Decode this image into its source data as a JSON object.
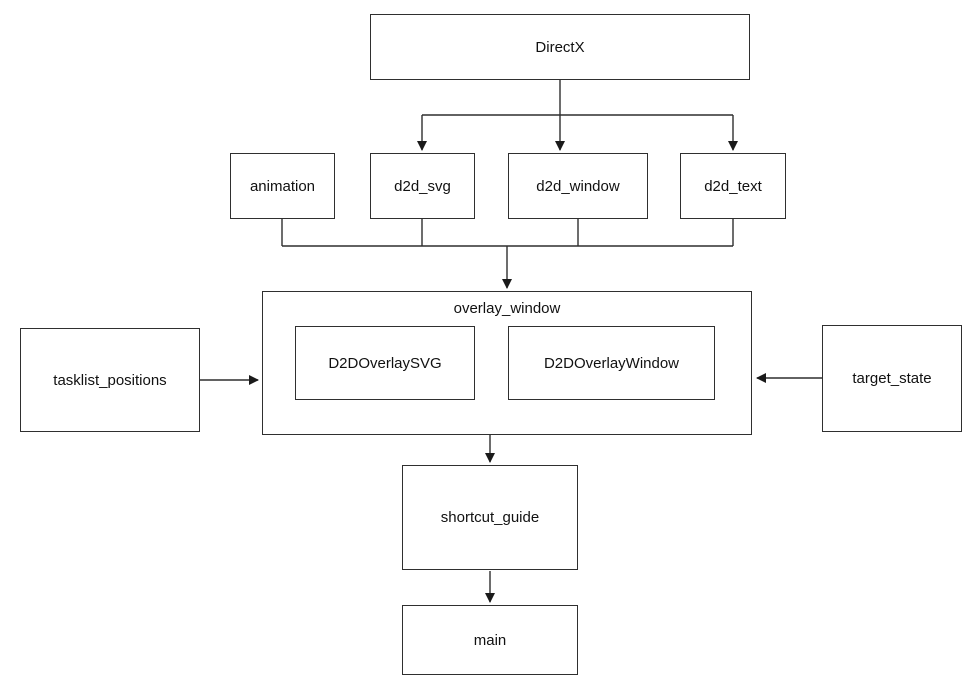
{
  "diagram": {
    "type": "dependency-flowchart",
    "colors": {
      "background": "#ffffff",
      "border": "#2f2f2f",
      "text": "#111111",
      "arrow": "#1a1a1a"
    },
    "nodes": {
      "directx": {
        "label": "DirectX"
      },
      "animation": {
        "label": "animation"
      },
      "d2d_svg": {
        "label": "d2d_svg"
      },
      "d2d_window": {
        "label": "d2d_window"
      },
      "d2d_text": {
        "label": "d2d_text"
      },
      "overlay_window": {
        "label": "overlay_window"
      },
      "d2d_overlay_svg": {
        "label": "D2DOverlaySVG"
      },
      "d2d_overlay_window": {
        "label": "D2DOverlayWindow"
      },
      "tasklist_positions": {
        "label": "tasklist_positions"
      },
      "target_state": {
        "label": "target_state"
      },
      "shortcut_guide": {
        "label": "shortcut_guide"
      },
      "main": {
        "label": "main"
      }
    },
    "edges": [
      {
        "from": "DirectX",
        "to": "d2d_svg"
      },
      {
        "from": "DirectX",
        "to": "d2d_window"
      },
      {
        "from": "DirectX",
        "to": "d2d_text"
      },
      {
        "from": "animation",
        "to": "overlay_window"
      },
      {
        "from": "d2d_svg",
        "to": "overlay_window"
      },
      {
        "from": "d2d_window",
        "to": "overlay_window"
      },
      {
        "from": "d2d_text",
        "to": "overlay_window"
      },
      {
        "from": "tasklist_positions",
        "to": "overlay_window"
      },
      {
        "from": "target_state",
        "to": "overlay_window"
      },
      {
        "from": "overlay_window",
        "to": "shortcut_guide"
      },
      {
        "from": "shortcut_guide",
        "to": "main"
      }
    ]
  }
}
